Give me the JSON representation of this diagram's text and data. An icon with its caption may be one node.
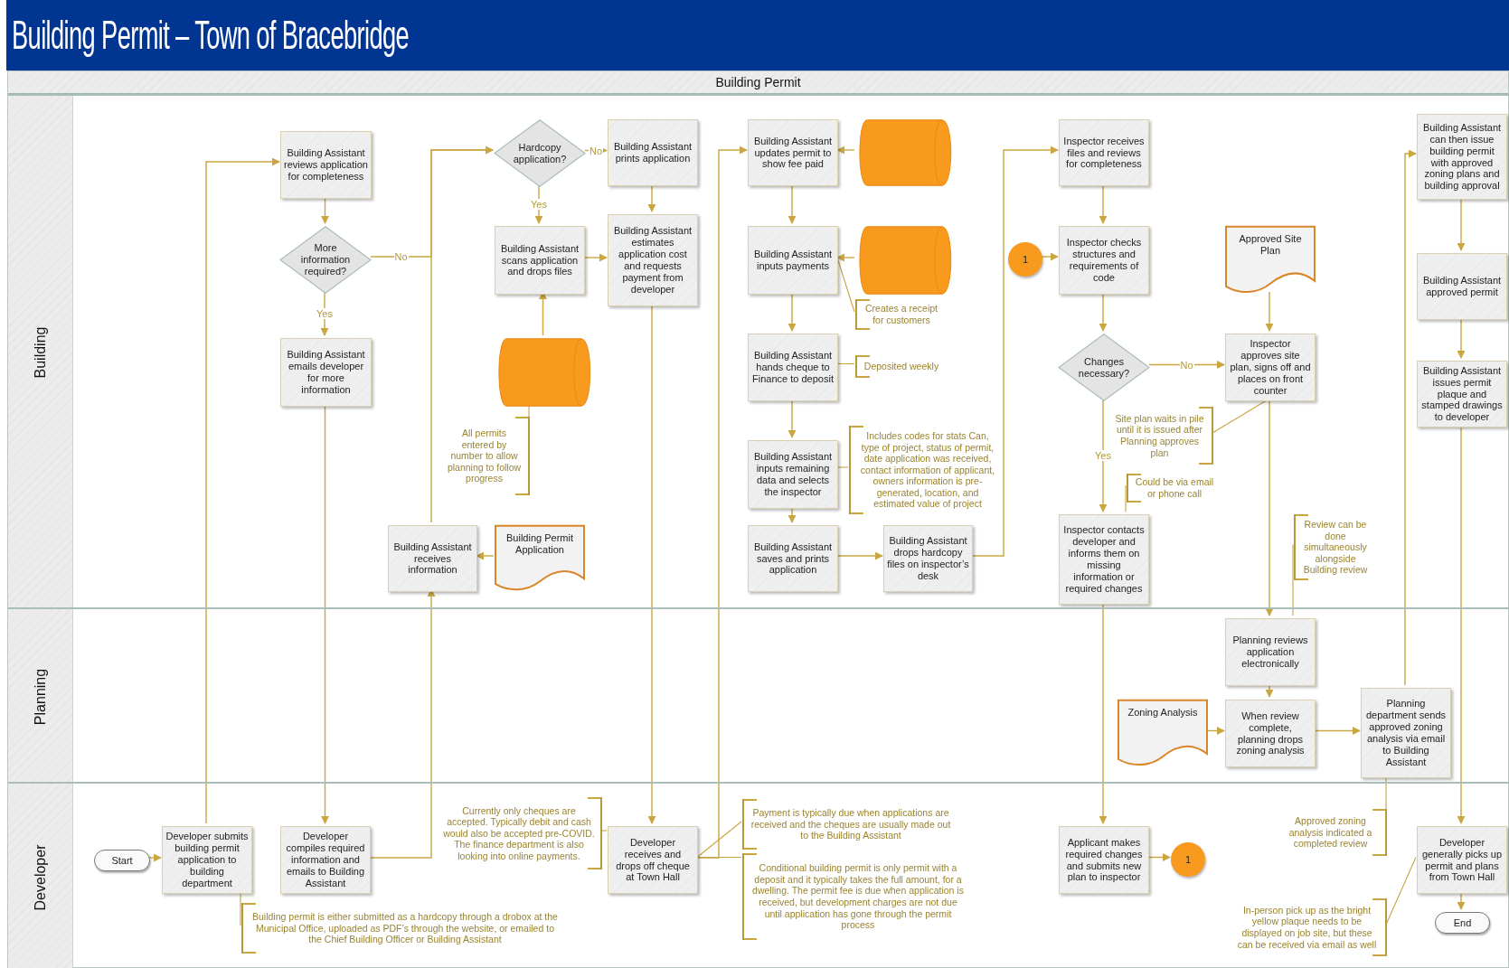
{
  "diagram": {
    "title": "Building Permit – Town of Bracebridge",
    "nodes": [
      {
        "text": [
          "Building Permit"
        ]
      },
      {
        "text": [
          "Building"
        ],
        "in": 0
      },
      {
        "text": [
          "Planning"
        ],
        "in": 0
      },
      {
        "text": [
          "Developer"
        ],
        "in": 0
      },
      {
        "text": [
          "Building Assistant reviews application for completeness"
        ],
        "in": 1
      },
      {
        "text": [
          "More information required?"
        ],
        "in": 1
      },
      {
        "text": [
          "Building Assistant emails developer for more information"
        ],
        "in": 1
      },
      {
        "text": [
          "Hardcopy application?"
        ],
        "in": 1
      },
      {
        "text": [
          "Building Assistant prints application"
        ],
        "in": 1
      },
      {
        "text": [
          "Building Assistant scans application and drops files"
        ],
        "in": 1
      },
      {
        "text": [
          "Building Assistant estimates application cost and requests payment from developer"
        ],
        "in": 1
      },
      {
        "text": [],
        "shape": "cylinder",
        "in": 1
      },
      {
        "text": [
          "Building Assistant receives information"
        ],
        "in": 1
      },
      {
        "text": [
          "Building Permit Application"
        ],
        "in": 1
      },
      {
        "text": [
          "All permits entered by number to allow planning to follow progress"
        ],
        "in": 1
      },
      {
        "text": [
          "Building Assistant updates permit to show fee paid"
        ],
        "in": 1
      },
      {
        "text": [],
        "shape": "cylinder",
        "in": 1
      },
      {
        "text": [
          "Building Assistant inputs payments"
        ],
        "in": 1
      },
      {
        "text": [],
        "shape": "cylinder",
        "in": 1
      },
      {
        "text": [
          "Creates a receipt for customers"
        ],
        "in": 1
      },
      {
        "text": [
          "Building Assistant hands cheque to Finance to deposit"
        ],
        "in": 1
      },
      {
        "text": [
          "Deposited weekly"
        ],
        "in": 1
      },
      {
        "text": [
          "Building Assistant inputs remaining data and selects the inspector"
        ],
        "in": 1
      },
      {
        "text": [
          "Includes codes for stats Can, type of project, status of permit, date application was received, contact information of applicant, owners information is pre-generated, location, and estimated value of project"
        ],
        "in": 1
      },
      {
        "text": [
          "Building Assistant saves and prints application"
        ],
        "in": 1
      },
      {
        "text": [
          "Building Assistant drops hardcopy files on inspector’s desk"
        ],
        "in": 1
      },
      {
        "text": [
          "Inspector receives files and reviews for completeness"
        ],
        "in": 1
      },
      {
        "text": [
          "1"
        ],
        "in": 1
      },
      {
        "text": [
          "Inspector checks structures and requirements of code"
        ],
        "in": 1
      },
      {
        "text": [
          "Approved Site Plan"
        ],
        "in": 1
      },
      {
        "text": [
          "Changes necessary?"
        ],
        "in": 1
      },
      {
        "text": [
          "Inspector approves site plan, signs off and places on front counter"
        ],
        "in": 1
      },
      {
        "text": [
          "Site plan waits in pile until it is issued after Planning approves plan"
        ],
        "in": 1
      },
      {
        "text": [
          "Could be via email or phone call"
        ],
        "in": 1
      },
      {
        "text": [
          "Inspector contacts developer and informs them on missing information or required changes"
        ],
        "in": 1
      },
      {
        "text": [
          "Review can be done simultaneously alongside Building review"
        ],
        "in": 1
      },
      {
        "text": [
          "Building Assistant can then issue building permit with approved zoning plans and building approval"
        ],
        "in": 1
      },
      {
        "text": [
          "Building Assistant approved permit"
        ],
        "in": 1
      },
      {
        "text": [
          "Building Assistant issues permit plaque and stamped drawings to developer"
        ],
        "in": 1
      },
      {
        "text": [
          "Planning reviews application electronically"
        ],
        "in": 2
      },
      {
        "text": [
          "Zoning Analysis"
        ],
        "in": 2
      },
      {
        "text": [
          "When review complete, planning drops zoning analysis"
        ],
        "in": 2
      },
      {
        "text": [
          "Planning department sends approved zoning analysis via email to Building Assistant"
        ],
        "in": 2
      },
      {
        "text": [
          "Start"
        ],
        "in": 3
      },
      {
        "text": [
          "Developer submits building permit application to building department"
        ],
        "in": 3
      },
      {
        "text": [
          "Developer compiles required information and emails to Building Assistant"
        ],
        "in": 3
      },
      {
        "text": [
          "Building permit is either submitted as a hardcopy through a drobox at the Municipal Office, uploaded as PDF’s through the website, or emailed to the Chief Building Officer or Building Assistant"
        ],
        "in": 3
      },
      {
        "text": [
          "Currently only cheques are accepted. Typically debit and cash would also be accepted pre-COVID. The finance department is also looking into online payments."
        ],
        "in": 3
      },
      {
        "text": [
          "Developer receives and drops off cheque at Town Hall"
        ],
        "in": 3
      },
      {
        "text": [
          "Payment is typically due when applications are received and the cheques are usually made out to the Building Assistant"
        ],
        "in": 3
      },
      {
        "text": [
          "Conditional building permit is only permit with a deposit and it typically takes the full amount, for a dwelling. The permit fee is due when application is received, but development charges are not due until application has gone through the permit process"
        ],
        "in": 3
      },
      {
        "text": [
          "Applicant makes required changes and submits new plan to inspector"
        ],
        "in": 3
      },
      {
        "text": [
          "1"
        ],
        "in": 3
      },
      {
        "text": [
          "Approved zoning analysis indicated a completed review"
        ],
        "in": 3
      },
      {
        "text": [
          "Developer generally picks up permit and plans from Town Hall"
        ],
        "in": 3
      },
      {
        "text": [
          "End"
        ],
        "in": 3
      },
      {
        "text": [
          "In-person pick up as the bright yellow plaque needs to be displayed on job site, but these can be received via email as well"
        ],
        "in": 3
      }
    ],
    "edges": [
      {
        "from": 43,
        "to": 44,
        "arrow": "to"
      },
      {
        "from": 44,
        "to": 4,
        "arrow": "to"
      },
      {
        "from": 4,
        "to": 5,
        "arrow": "to"
      },
      {
        "from": 5,
        "to": 6,
        "arrow": "to",
        "label": "Yes"
      },
      {
        "from": 5,
        "to": 7,
        "arrow": "to",
        "label": "No"
      },
      {
        "from": 12,
        "to": 7,
        "arrow": "to"
      },
      {
        "from": 6,
        "to": 45,
        "arrow": "to"
      },
      {
        "from": 45,
        "to": 12,
        "arrow": "to"
      },
      {
        "from": 7,
        "to": 8,
        "arrow": "to",
        "label": "No"
      },
      {
        "from": 7,
        "to": 9,
        "arrow": "to",
        "label": "Yes"
      },
      {
        "from": 8,
        "to": 10,
        "arrow": "to"
      },
      {
        "from": 9,
        "to": 10,
        "arrow": "to"
      },
      {
        "from": 11,
        "to": 9,
        "arrow": "to"
      },
      {
        "from": 13,
        "to": 12,
        "arrow": "to"
      },
      {
        "from": 10,
        "to": 48,
        "arrow": "to"
      },
      {
        "from": 48,
        "to": 15,
        "arrow": "to"
      },
      {
        "from": 16,
        "to": 15,
        "arrow": "to"
      },
      {
        "from": 15,
        "to": 17,
        "arrow": "to"
      },
      {
        "from": 18,
        "to": 17,
        "arrow": "to"
      },
      {
        "from": 17,
        "to": 20,
        "arrow": "to"
      },
      {
        "from": 20,
        "to": 22,
        "arrow": "to"
      },
      {
        "from": 22,
        "to": 24,
        "arrow": "to"
      },
      {
        "from": 24,
        "to": 25,
        "arrow": "to"
      },
      {
        "from": 25,
        "to": 26,
        "arrow": "to"
      },
      {
        "from": 26,
        "to": 28,
        "arrow": "to"
      },
      {
        "from": 27,
        "to": 28,
        "arrow": "to"
      },
      {
        "from": 28,
        "to": 30,
        "arrow": "to"
      },
      {
        "from": 30,
        "to": 31,
        "arrow": "to",
        "label": "No"
      },
      {
        "from": 30,
        "to": 34,
        "arrow": "to",
        "label": "Yes"
      },
      {
        "from": 29,
        "to": 31,
        "arrow": "to"
      },
      {
        "from": 31,
        "to": 39,
        "arrow": "to"
      },
      {
        "from": 39,
        "to": 41,
        "arrow": "to"
      },
      {
        "from": 40,
        "to": 41,
        "arrow": "to"
      },
      {
        "from": 41,
        "to": 42,
        "arrow": "to"
      },
      {
        "from": 42,
        "to": 36,
        "arrow": "to"
      },
      {
        "from": 36,
        "to": 37,
        "arrow": "to"
      },
      {
        "from": 37,
        "to": 38,
        "arrow": "to"
      },
      {
        "from": 38,
        "to": 54,
        "arrow": "to"
      },
      {
        "from": 54,
        "to": 55,
        "arrow": "to"
      },
      {
        "from": 34,
        "to": 51,
        "arrow": "to"
      },
      {
        "from": 51,
        "to": 52,
        "arrow": "to"
      },
      {
        "from": 14,
        "to": 11,
        "arrow": "none"
      },
      {
        "from": 19,
        "to": 17,
        "arrow": "none"
      },
      {
        "from": 21,
        "to": 20,
        "arrow": "none"
      },
      {
        "from": 23,
        "to": 22,
        "arrow": "none"
      },
      {
        "from": 32,
        "to": 31,
        "arrow": "none"
      },
      {
        "from": 33,
        "to": 34,
        "arrow": "none"
      },
      {
        "from": 35,
        "to": 39,
        "arrow": "none"
      },
      {
        "from": 46,
        "to": 44,
        "arrow": "none"
      },
      {
        "from": 47,
        "to": 48,
        "arrow": "none"
      },
      {
        "from": 49,
        "to": 48,
        "arrow": "none"
      },
      {
        "from": 50,
        "to": 48,
        "arrow": "none"
      },
      {
        "from": 53,
        "to": 42,
        "arrow": "none"
      },
      {
        "from": 56,
        "to": 54,
        "arrow": "none"
      }
    ]
  }
}
